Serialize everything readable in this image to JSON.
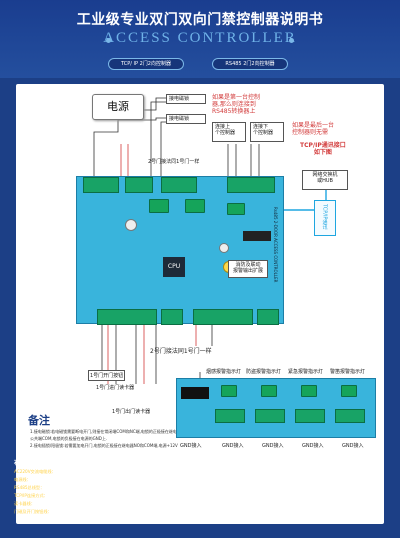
{
  "header": {
    "title": "工业级专业双门双向门禁控制器说明书",
    "subtitle": "ACCESS CONTROLLER",
    "tab_tcp": "TCP/ IP 2门2向控制器",
    "tab_rs485": "RS485 2门2向控制器"
  },
  "diagram": {
    "power_label": "电源",
    "lock1_label": "接电磁锁",
    "lock2_label": "接电磁锁",
    "note_multi": [
      "如果是第一台控制",
      "器,那么则连接到",
      "RS485转换器上"
    ],
    "prev_ctrl": [
      "连接上",
      "个控制器"
    ],
    "next_ctrl": [
      "连接下",
      "个控制器"
    ],
    "note_last": [
      "如果是最后一台",
      "控制器则无需"
    ],
    "tcp_note": [
      "TCP/IP通讯接口",
      "如下图"
    ],
    "switch_label": [
      "网络交换机",
      "或HUB"
    ],
    "tcp_cable": "TCP/IP通讯",
    "door2_label_top": "2号门接法同1号门一样",
    "door1_exit_label": "1号门开门按钮",
    "door1_reader_label": "1号门进门读卡器",
    "door1_out_reader": "1号门出门读卡器",
    "door2_label_bottom": "2号门接法同1号门一样",
    "fire_label": [
      "消防及联动",
      "报警输出扩展"
    ],
    "cpu_label": "CPU",
    "board_side_text": "Rs485 2-DOOR ACCESS CONTROLLER",
    "alarm_tags": [
      "烟感报警指示灯",
      "防盗报警指示灯",
      "紧急报警指示灯",
      "警笛报警指示灯"
    ],
    "alarm_power": "GND接入",
    "gnd_labels": [
      "GND接入",
      "GND接入",
      "GND接入",
      "GND接入"
    ],
    "remarks_title": "备注",
    "remarks": [
      "1.接电磁锁:若电磁锁需要断电开门,则接在常闭端COM和NC端,电锁的正极接在继电器",
      "公共端COM,电锁的负极接在电源的GND上.",
      "2.接电插锁/阳极锁:若需要加电开门,电锁的正极接在继电器NO和COM端,电源+12V"
    ]
  },
  "wiring": {
    "title": "布线要求：",
    "lines": [
      {
        "k": "AC220V交流电缆线：",
        "v": "建议采用RVV3芯平方毫米（或以上）线材，防止温升，电源线距离控制器越短越好。"
      },
      {
        "k": "电源线：",
        "v": "必须使用2.5平方毫米（或以上）线材，线路不能超过30米，电源线尽量短。"
      },
      {
        "k": "RS485总线型：",
        "v": "建议采用RVS3芯平方毫米（或以上）线材，通信最长不超过1200米，若距离过长可加中继器，线材总长度不要超过1200米。"
      },
      {
        "k": "TCP/IP连接方式：",
        "v": "建议采用五类网线，线路总长度不超过100米。"
      },
      {
        "k": "读卡器线：",
        "v": "建议采用RVV 8芯0.3平方毫米（或以上）线材，线路长度不超过100米。"
      },
      {
        "k": "门磁及开门按钮线：",
        "v": "建议采用RVV 2芯0.3平方毫米（或以上）线材，线路长度不超过100米。"
      }
    ]
  }
}
